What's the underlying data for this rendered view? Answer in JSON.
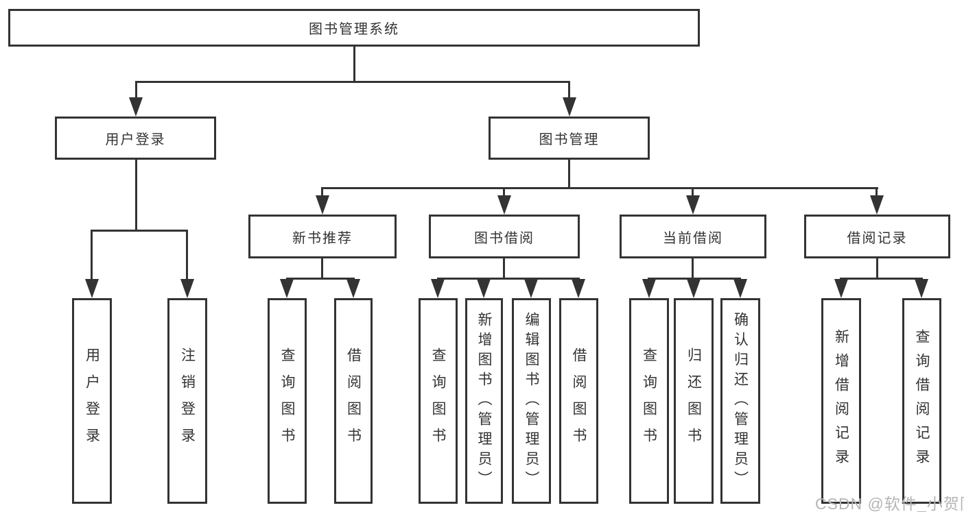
{
  "diagram": {
    "title": "图书管理系统",
    "watermark": "CSDN @软件_小贺同学",
    "colors": {
      "line": "#333333",
      "box_border": "#333333",
      "text": "#333333",
      "watermark": "#b5b5b5",
      "background": "#ffffff"
    },
    "root": {
      "label": "图书管理系统"
    },
    "branches": [
      {
        "label": "用户登录",
        "children": [
          {
            "label": "用户登录"
          },
          {
            "label": "注销登录"
          }
        ]
      },
      {
        "label": "图书管理",
        "children": [
          {
            "label": "新书推荐",
            "children": [
              {
                "label": "查询图书"
              },
              {
                "label": "借阅图书"
              }
            ]
          },
          {
            "label": "图书借阅",
            "children": [
              {
                "label": "查询图书"
              },
              {
                "label": "新增图书（管理员）"
              },
              {
                "label": "编辑图书（管理员）"
              },
              {
                "label": "借阅图书"
              }
            ]
          },
          {
            "label": "当前借阅",
            "children": [
              {
                "label": "查询图书"
              },
              {
                "label": "归还图书"
              },
              {
                "label": "确认归还（管理员）"
              }
            ]
          },
          {
            "label": "借阅记录",
            "children": [
              {
                "label": "新增借阅记录"
              },
              {
                "label": "查询借阅记录"
              }
            ]
          }
        ]
      }
    ]
  }
}
